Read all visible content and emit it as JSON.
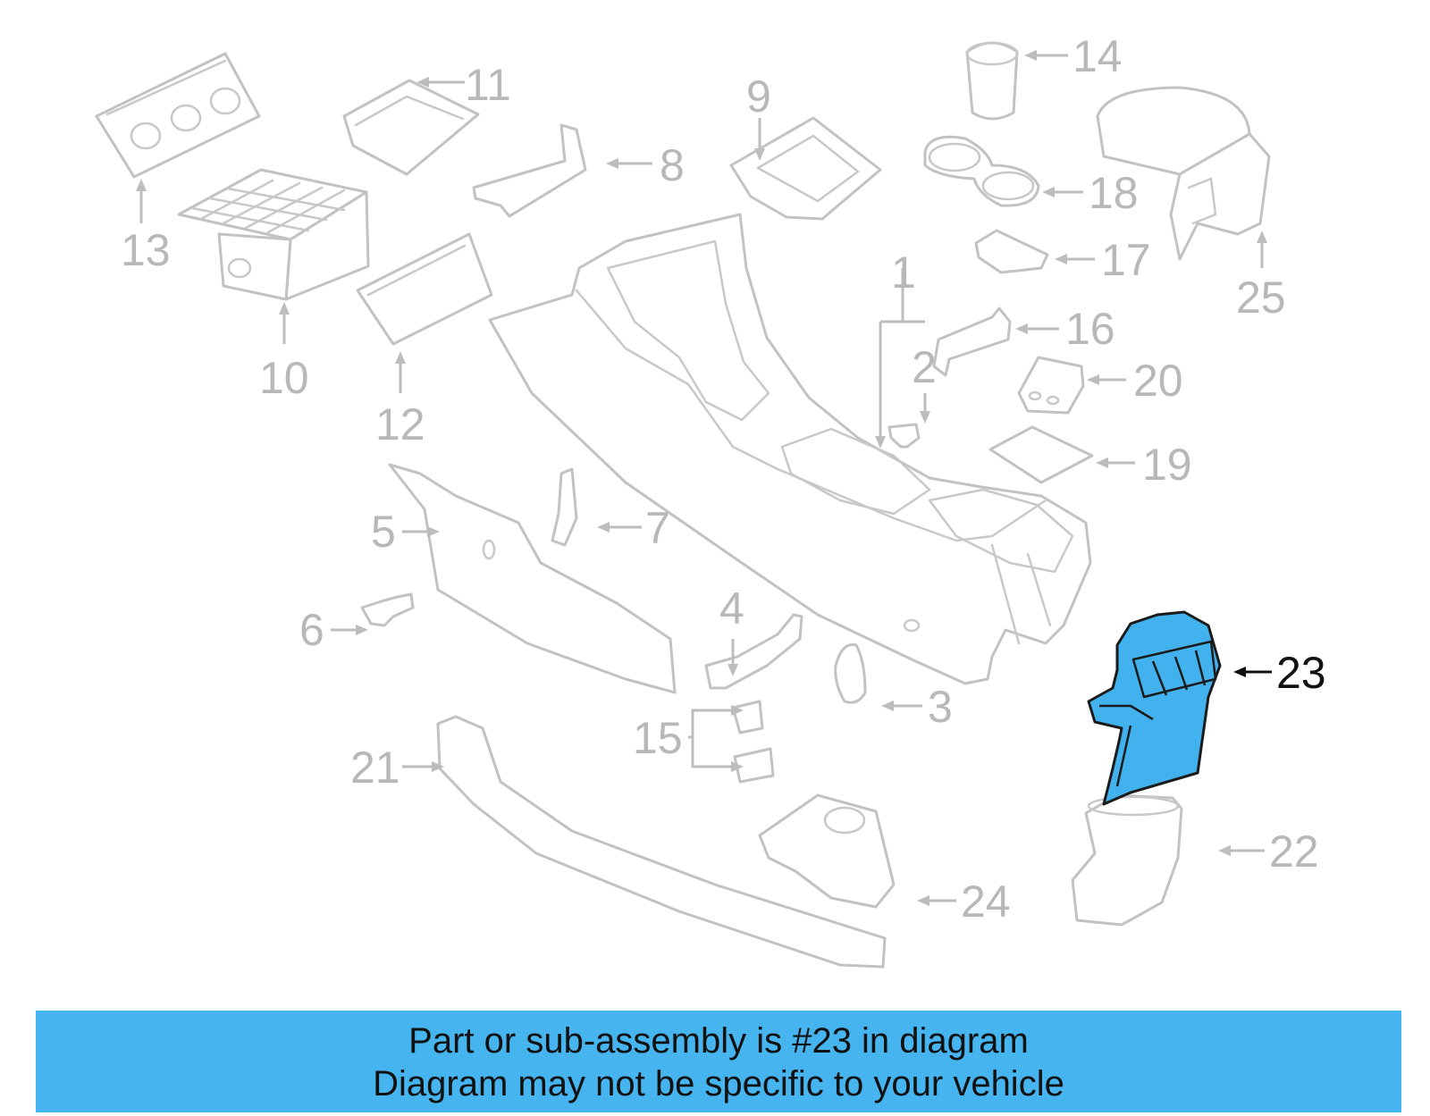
{
  "callouts": {
    "c1": "1",
    "c2": "2",
    "c3": "3",
    "c4": "4",
    "c5": "5",
    "c6": "6",
    "c7": "7",
    "c8": "8",
    "c9": "9",
    "c10": "10",
    "c11": "11",
    "c12": "12",
    "c13": "13",
    "c14": "14",
    "c15": "15",
    "c16": "16",
    "c17": "17",
    "c18": "18",
    "c19": "19",
    "c20": "20",
    "c21": "21",
    "c22": "22",
    "c23": "23",
    "c24": "24",
    "c25": "25"
  },
  "highlighted_part": "23",
  "colors": {
    "highlight": "#42b2ee",
    "banner": "#45b4ef",
    "line_art": "#c2c2c2"
  },
  "banner": {
    "line1": "Part or sub-assembly is #23 in diagram",
    "line2": "Diagram may not be specific to your vehicle"
  }
}
